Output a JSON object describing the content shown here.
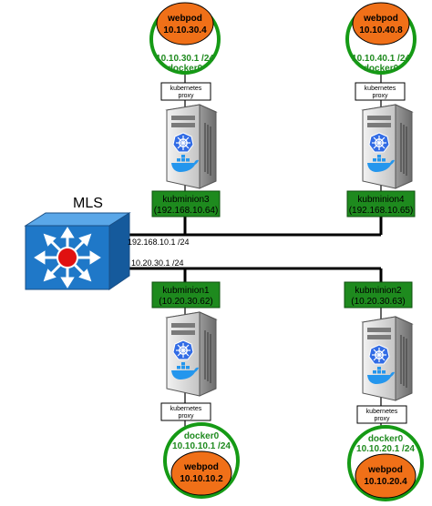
{
  "switch": {
    "label": "MLS",
    "interface_top": "192.168.10.1 /24",
    "interface_bottom": "10.20.30.1 /24"
  },
  "nodes": [
    {
      "id": "kubminion3",
      "name": "kubminion3",
      "ip": "(192.168.10.64)",
      "proxy_line1": "kubernetes",
      "proxy_line2": "proxy",
      "docker_ip": "10.10.30.1 /24",
      "docker_name": "docker0",
      "pod_name": "webpod",
      "pod_ip": "10.10.30.4"
    },
    {
      "id": "kubminion4",
      "name": "kubminion4",
      "ip": "(192.168.10.65)",
      "proxy_line1": "kubernetes",
      "proxy_line2": "proxy",
      "docker_ip": "10.10.40.1 /24",
      "docker_name": "docker0",
      "pod_name": "webpod",
      "pod_ip": "10.10.40.8"
    },
    {
      "id": "kubminion1",
      "name": "kubminion1",
      "ip": "(10.20.30.62)",
      "proxy_line1": "kubernetes",
      "proxy_line2": "proxy",
      "docker_ip": "10.10.10.1 /24",
      "docker_name": "docker0",
      "pod_name": "webpod",
      "pod_ip": "10.10.10.2"
    },
    {
      "id": "kubminion2",
      "name": "kubminion2",
      "ip": "(10.20.30.63)",
      "proxy_line1": "kubernetes",
      "proxy_line2": "proxy",
      "docker_ip": "10.10.20.1 /24",
      "docker_name": "docker0",
      "pod_name": "webpod",
      "pod_ip": "10.10.20.4"
    }
  ],
  "colors": {
    "green_box": "#1e8a1e",
    "green_circle": "#159a15",
    "pod_orange": "#f07018",
    "switch_blue": "#1f78c8",
    "switch_core": "#e01010",
    "server_body": "#d6d6d6",
    "kubernetes_blue": "#326ce5",
    "docker_blue": "#2496ed"
  },
  "icons": [
    "network-switch-icon",
    "server-icon",
    "kubernetes-logo-icon",
    "docker-logo-icon"
  ]
}
